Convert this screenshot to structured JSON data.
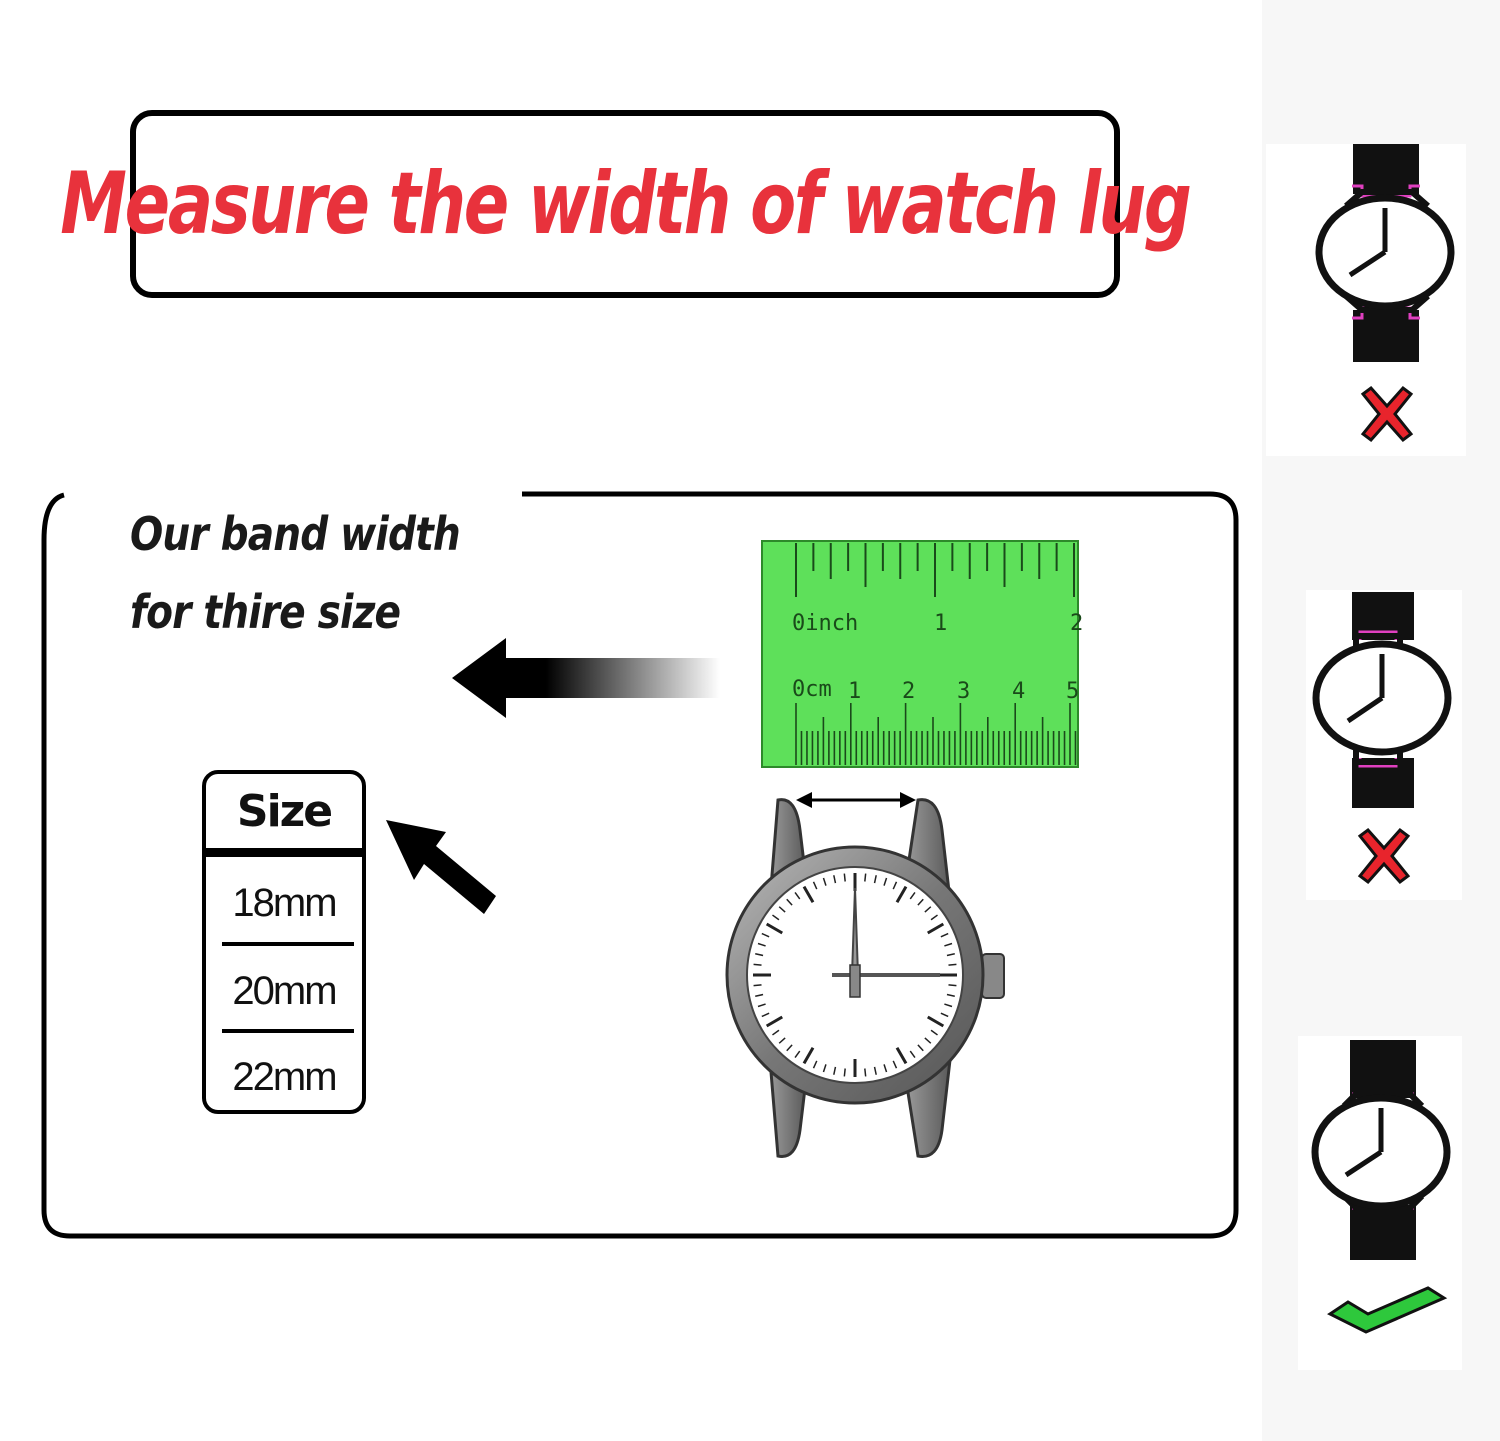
{
  "title": "Measure the width of watch lug",
  "band_text": {
    "line1": "Our band width",
    "line2": "for thire size"
  },
  "size_table": {
    "header": "Size",
    "rows": [
      "18mm",
      "20mm",
      "22mm"
    ]
  },
  "ruler": {
    "inch_label": "0inch",
    "inch_ticks": [
      "1",
      "2"
    ],
    "cm_label": "0cm",
    "cm_ticks": [
      "1",
      "2",
      "3",
      "4",
      "5"
    ],
    "color": "#5ee05a"
  },
  "colors": {
    "title": "#e8323c",
    "wrong": "#e8242c",
    "right": "#2ec83c",
    "lug_highlight": "#e040c0"
  },
  "icons": {
    "wrong_1": "cross-icon",
    "wrong_2": "cross-icon",
    "right_3": "checkmark-icon"
  }
}
